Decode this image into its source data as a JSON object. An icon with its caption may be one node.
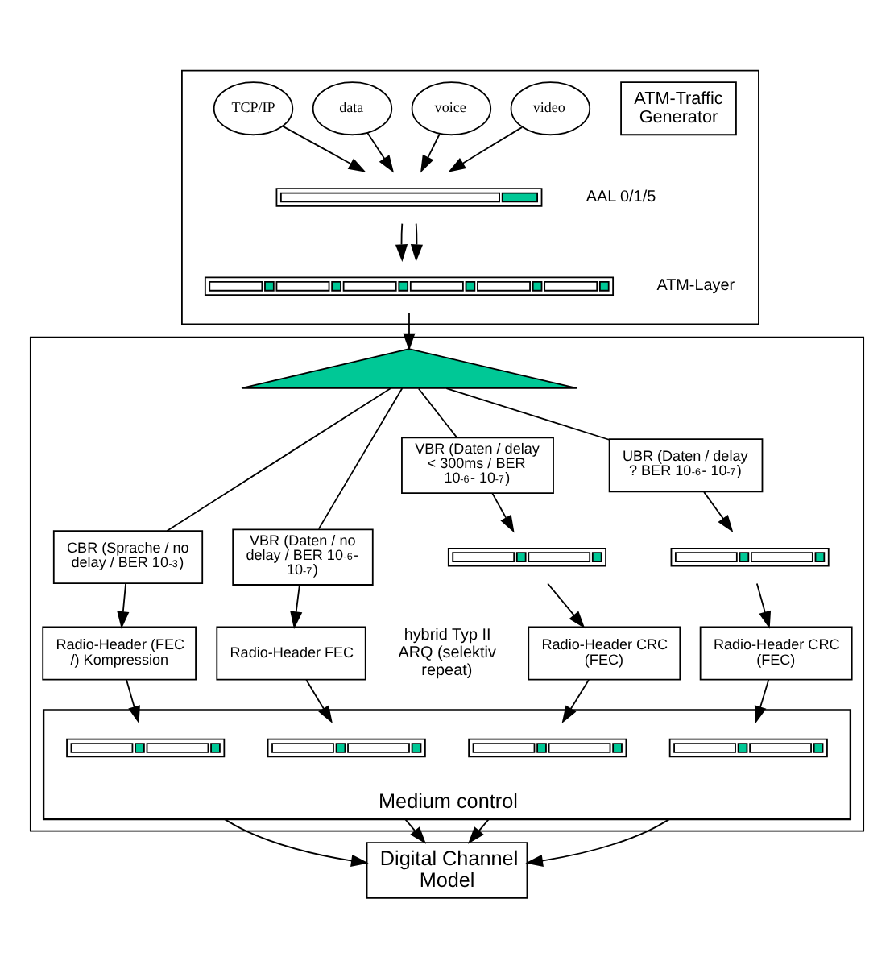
{
  "diagram": {
    "nodes": [
      {
        "text": [],
        "shape": "box"
      },
      {
        "text": [
          "ATM-Traffic Generator"
        ],
        "in": 0
      },
      {
        "text": [
          "video"
        ],
        "in": 0
      },
      {
        "text": [
          "voice"
        ],
        "in": 0
      },
      {
        "text": [
          "data"
        ],
        "in": 0
      },
      {
        "text": [
          "TCP/IP"
        ],
        "in": 0
      },
      {
        "text": [],
        "shape": "bar",
        "in": 0,
        "beside": [
          "AAL 0/1/5"
        ]
      },
      {
        "text": [],
        "shape": "bar",
        "in": 0,
        "beside": [
          "ATM-Layer"
        ]
      },
      {
        "text": [],
        "shape": "box"
      },
      {
        "text": [],
        "shape": "triangle",
        "in": 8
      },
      {
        "text": [
          "CBR (Sprache / no delay / BER 10$^{-3}$)"
        ],
        "in": 8
      },
      {
        "text": [
          "VBR (Daten / no delay / BER 10$^{-6}$- 10$^{-7}$)"
        ],
        "in": 8
      },
      {
        "text": [
          "VBR (Daten / delay < 300ms / BER 10$^{-6}$- 10$^{-7}$)"
        ],
        "in": 8
      },
      {
        "text": [
          "UBR (Daten / delay  ? BER 10$^{-6}$- 10$^{-7}$)"
        ],
        "in": 8
      },
      {
        "text": [
          "Radio-Header (FEC /) Kompression"
        ],
        "in": 8
      },
      {
        "text": [
          "Radio-Header FEC"
        ],
        "in": 8,
        "beside": [
          "hybrid Typ II ARQ (selektiv repeat)"
        ]
      },
      {
        "text": [],
        "shape": "bar",
        "in": 8
      },
      {
        "text": [],
        "shape": "bar",
        "in": 8
      },
      {
        "text": [
          "Radio-Header CRC (FEC)"
        ],
        "in": 8
      },
      {
        "text": [
          "Radio-Header CRC (FEC)"
        ],
        "in": 8
      },
      {
        "text": [
          "Medium control"
        ],
        "in": 8
      },
      {
        "text": [],
        "shape": "bar",
        "in": 20
      },
      {
        "text": [],
        "shape": "bar",
        "in": 20
      },
      {
        "text": [],
        "shape": "bar",
        "in": 20
      },
      {
        "text": [],
        "shape": "bar",
        "in": 20
      },
      {
        "text": [
          "Digital Channel Model"
        ]
      }
    ],
    "edges": [
      {
        "from": 2,
        "to": 6,
        "arrow": "to"
      },
      {
        "from": 3,
        "to": 6,
        "arrow": "to"
      },
      {
        "from": 4,
        "to": 6,
        "arrow": "to"
      },
      {
        "from": 5,
        "to": 6,
        "arrow": "to"
      },
      {
        "from": 6,
        "to": 7,
        "arrow": "to"
      },
      {
        "from": 6,
        "to": 7,
        "arrow": "to"
      },
      {
        "from": 7,
        "to": 9,
        "arrow": "to"
      },
      {
        "from": 9,
        "to": 10,
        "arrow": "none"
      },
      {
        "from": 9,
        "to": 11,
        "arrow": "none"
      },
      {
        "from": 9,
        "to": 12,
        "arrow": "none"
      },
      {
        "from": 9,
        "to": 13,
        "arrow": "none"
      },
      {
        "from": 10,
        "to": 14,
        "arrow": "to"
      },
      {
        "from": 11,
        "to": 15,
        "arrow": "to"
      },
      {
        "from": 12,
        "to": 16,
        "arrow": "to"
      },
      {
        "from": 13,
        "to": 17,
        "arrow": "to"
      },
      {
        "from": 16,
        "to": 18,
        "arrow": "to"
      },
      {
        "from": 17,
        "to": 19,
        "arrow": "to"
      },
      {
        "from": 14,
        "to": 21,
        "arrow": "to"
      },
      {
        "from": 15,
        "to": 22,
        "arrow": "to"
      },
      {
        "from": 18,
        "to": 23,
        "arrow": "to"
      },
      {
        "from": 19,
        "to": 24,
        "arrow": "to"
      },
      {
        "from": 20,
        "to": 25,
        "arrow": "to"
      },
      {
        "from": 20,
        "to": 25,
        "arrow": "to"
      },
      {
        "from": 20,
        "to": 25,
        "arrow": "to"
      },
      {
        "from": 20,
        "to": 25,
        "arrow": "to"
      }
    ]
  }
}
